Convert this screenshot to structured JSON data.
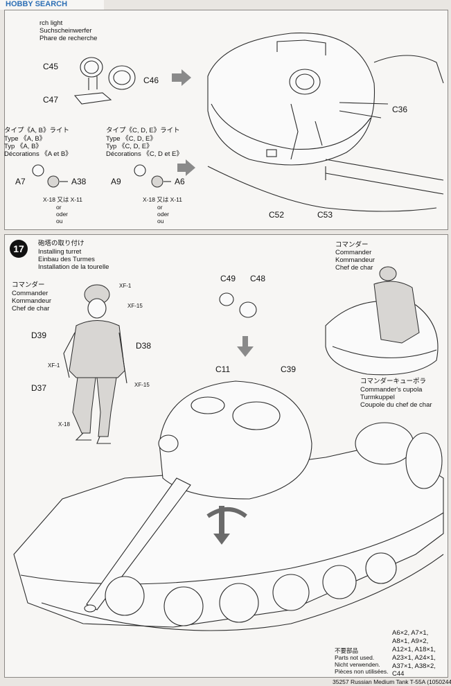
{
  "watermark": {
    "brand": "HOBBY SEARCH"
  },
  "top_panel": {
    "searchlight": [
      "rch light",
      "Suchscheinwerfer",
      "Phare de recherche"
    ],
    "type_ab": [
      "タイプ《A, B》ライト",
      "Type 《A, B》",
      "Typ 《A, B》",
      "Décorations 《A et B》"
    ],
    "type_cde": [
      "タイプ《C, D, E》ライト",
      "Type 《C, D, E》",
      "Typ 《C, D, E》",
      "Décorations 《C, D et E》"
    ],
    "paint_ab": [
      "X-18 又は X-11",
      "or",
      "oder",
      "ou"
    ],
    "paint_cde": [
      "X-18 又は X-11",
      "or",
      "oder",
      "ou"
    ],
    "parts": {
      "c45": "C45",
      "c46": "C46",
      "c47": "C47",
      "a7": "A7",
      "a38": "A38",
      "a9": "A9",
      "a6": "A6",
      "c36": "C36",
      "c52": "C52",
      "c53": "C53"
    }
  },
  "step17": {
    "number": "17",
    "title": [
      "砲塔の取り付け",
      "Installing turret",
      "Einbau des Turmes",
      "Installation de la tourelle"
    ],
    "commander": [
      "コマンダー",
      "Commander",
      "Kommandeur",
      "Chef de char"
    ],
    "commander_right": [
      "コマンダー",
      "Commander",
      "Kommandeur",
      "Chef de char"
    ],
    "cupola": [
      "コマンダーキューポラ",
      "Commander's cupola",
      "Turmkuppel",
      "Coupole du chef de char"
    ],
    "paints": {
      "xf1a": "XF-1",
      "xf15a": "XF-15",
      "xf1b": "XF-1",
      "xf15b": "XF-15",
      "x18": "X-18"
    },
    "parts": {
      "d39": "D39",
      "d38": "D38",
      "d37": "D37",
      "c49": "C49",
      "c48": "C48",
      "c11": "C11",
      "c39": "C39"
    },
    "unused_title": [
      "不要部品",
      "Parts not used.",
      "Nicht verwenden.",
      "Pièces non utilisées."
    ],
    "unused_list": [
      "A6×2, A7×1,",
      "A8×1, A9×2,",
      "A12×1, A18×1,",
      "A23×1, A24×1,",
      "A37×1, A38×2,",
      "C44"
    ]
  },
  "footer": {
    "text": "35257  Russian Medium Tank T-55A (1050244)"
  }
}
